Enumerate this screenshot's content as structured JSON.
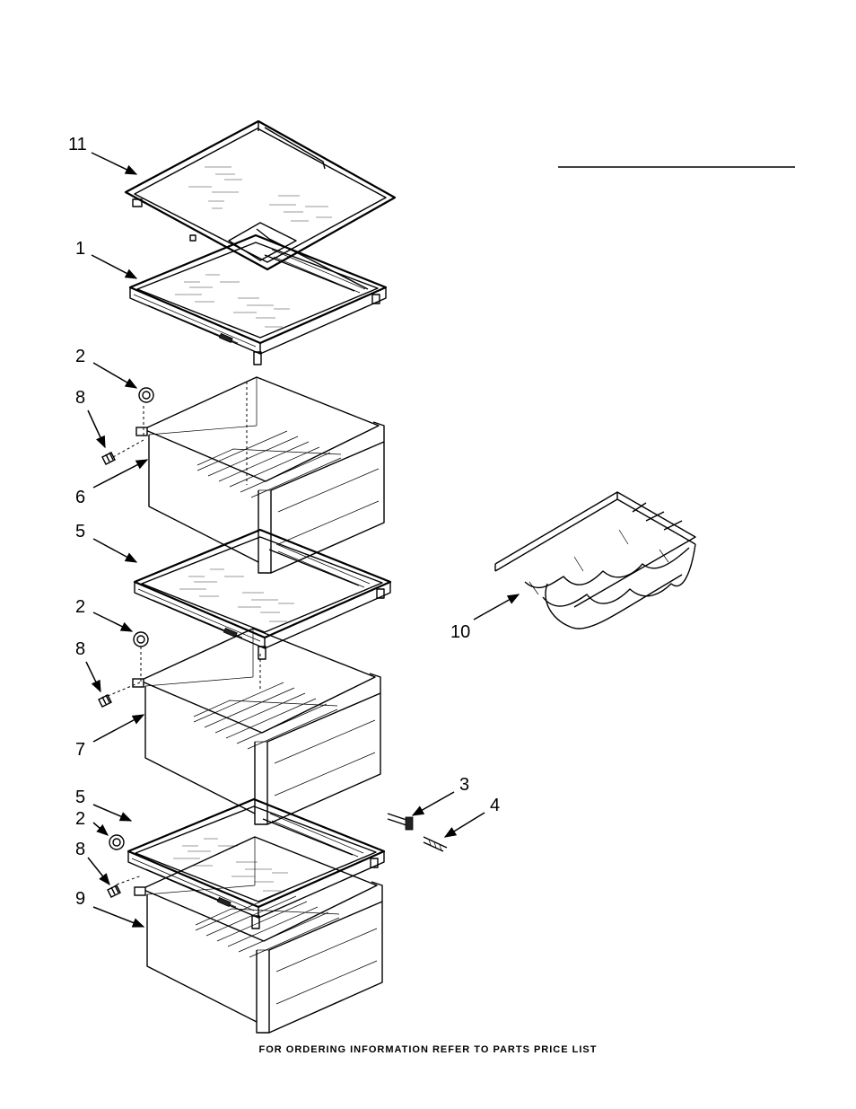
{
  "callouts": [
    {
      "id": "11",
      "label": "11"
    },
    {
      "id": "1",
      "label": "1"
    },
    {
      "id": "2a",
      "label": "2"
    },
    {
      "id": "8a",
      "label": "8"
    },
    {
      "id": "6",
      "label": "6"
    },
    {
      "id": "5a",
      "label": "5"
    },
    {
      "id": "2b",
      "label": "2"
    },
    {
      "id": "8b",
      "label": "8"
    },
    {
      "id": "7",
      "label": "7"
    },
    {
      "id": "5b",
      "label": "5"
    },
    {
      "id": "2c",
      "label": "2"
    },
    {
      "id": "8c",
      "label": "8"
    },
    {
      "id": "9",
      "label": "9"
    },
    {
      "id": "3",
      "label": "3"
    },
    {
      "id": "4",
      "label": "4"
    },
    {
      "id": "10",
      "label": "10"
    }
  ],
  "footer": "FOR ORDERING INFORMATION REFER TO PARTS PRICE LIST"
}
